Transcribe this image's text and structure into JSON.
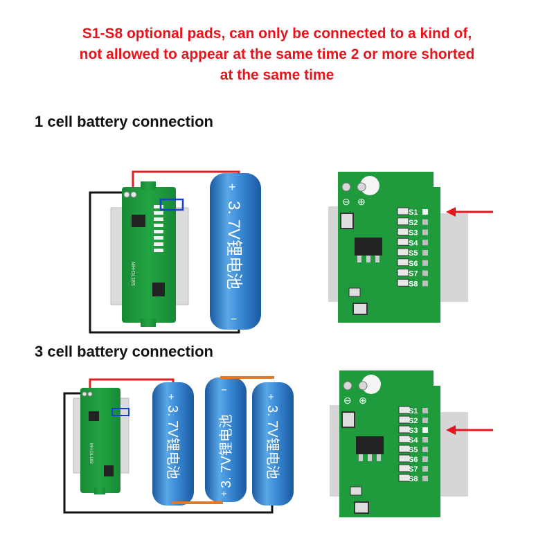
{
  "notice": {
    "lines": [
      "S1-S8 optional pads, can only be connected to a kind of,",
      "not allowed to appear at the same time 2 or more shorted",
      "at the same time"
    ]
  },
  "sections": [
    {
      "title": "1 cell battery connection",
      "selected_pad": "S1"
    },
    {
      "title": "3 cell battery connection",
      "selected_pad": "S3"
    }
  ],
  "board": {
    "model_label": "MH-DL18S",
    "pads": [
      "S1",
      "S2",
      "S3",
      "S4",
      "S5",
      "S6",
      "S7",
      "S8"
    ],
    "terminal_minus": "⊖",
    "terminal_plus": "⊕"
  },
  "battery": {
    "label": "3. 7V锂电池",
    "plus": "+",
    "minus": "−"
  },
  "colors": {
    "pcb": "#1f9a3c",
    "pcb_dark": "#137a2c",
    "battery_light": "#5aa8e8",
    "battery": "#2a78c8",
    "battery_dark": "#1a5aa0",
    "red_wire": "#e02020",
    "black_wire": "#111111",
    "orange_strip": "#e07a2a",
    "arrow": "#e8141c",
    "highlight_box": "#1a3cd8"
  }
}
